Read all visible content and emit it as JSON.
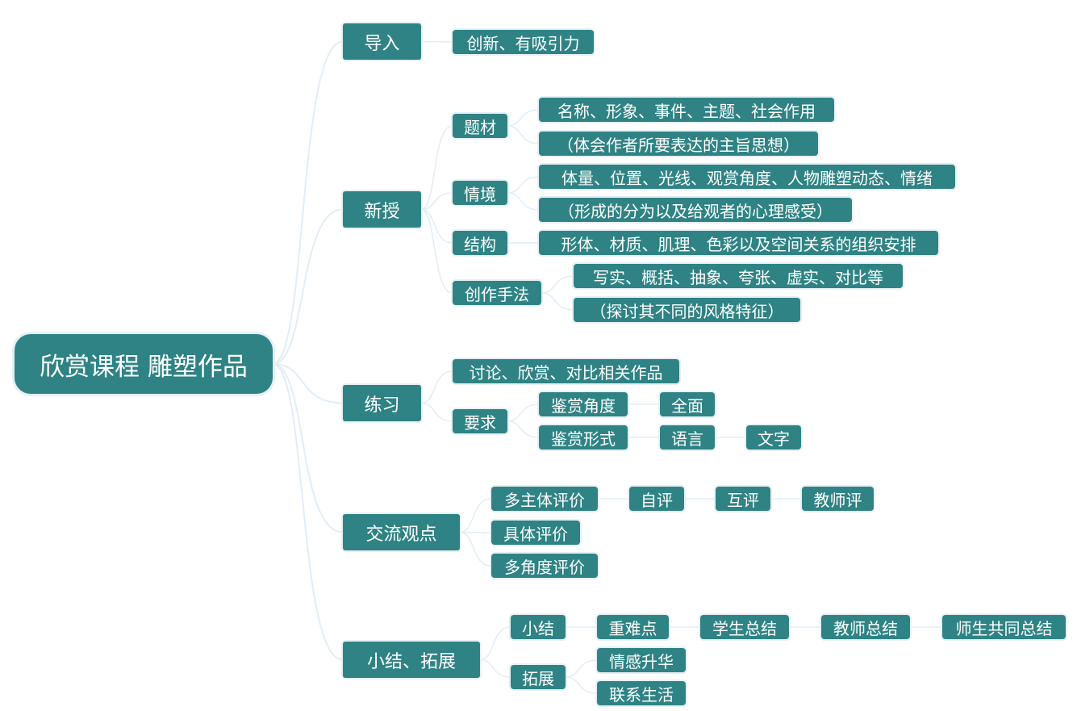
{
  "colors": {
    "node_fill": "#2f8384",
    "node_text": "#ffffff",
    "link": "#e2edf6",
    "background": "#ffffff"
  },
  "mindmap": {
    "root": "欣赏课程 雕塑作品",
    "branches": {
      "intro": {
        "label": "导入",
        "c1": "创新、有吸引力"
      },
      "new": {
        "label": "新授",
        "theme": {
          "label": "题材",
          "c1": "名称、形象、事件、主题、社会作用",
          "c2": "（体会作者所要表达的主旨思想）"
        },
        "context": {
          "label": "情境",
          "c1": "体量、位置、光线、观赏角度、人物雕塑动态、情绪",
          "c2": "（形成的分为以及给观者的心理感受）"
        },
        "structure": {
          "label": "结构",
          "c1": "形体、材质、肌理、色彩以及空间关系的组织安排"
        },
        "method": {
          "label": "创作手法",
          "c1": "写实、概括、抽象、夸张、虚实、对比等",
          "c2": "（探讨其不同的风格特征）"
        }
      },
      "practice": {
        "label": "练习",
        "discuss": "讨论、欣赏、对比相关作品",
        "require": {
          "label": "要求",
          "angle": {
            "label": "鉴赏角度",
            "c1": "全面"
          },
          "form": {
            "label": "鉴赏形式",
            "c1": "语言",
            "c2": "文字"
          }
        }
      },
      "exchange": {
        "label": "交流观点",
        "multi": {
          "label": "多主体评价",
          "c1": "自评",
          "c2": "互评",
          "c3": "教师评"
        },
        "specific": "具体评价",
        "angles": "多角度评价"
      },
      "summary": {
        "label": "小结、拓展",
        "sum": {
          "label": "小结",
          "c1": "重难点",
          "c2": "学生总结",
          "c3": "教师总结",
          "c4": "师生共同总结"
        },
        "extend": {
          "label": "拓展",
          "c1": "情感升华",
          "c2": "联系生活"
        }
      }
    }
  }
}
